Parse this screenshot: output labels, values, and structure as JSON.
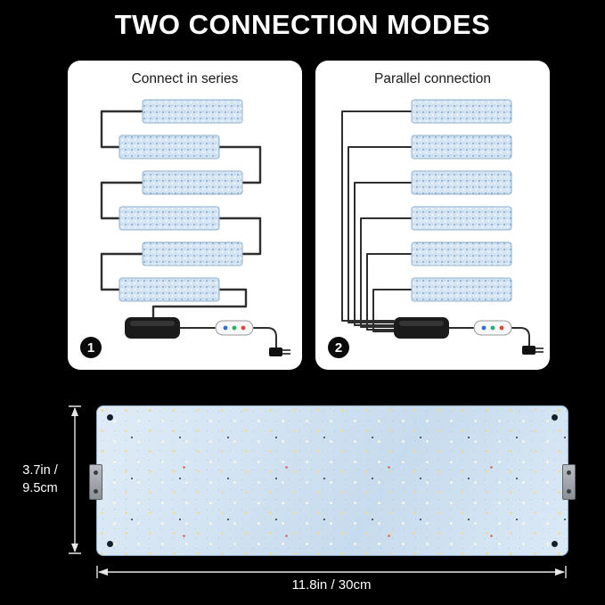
{
  "title": "TWO CONNECTION MODES",
  "modes": {
    "series": {
      "label": "Connect in series",
      "badge": "1"
    },
    "parallel": {
      "label": "Parallel connection",
      "badge": "2"
    }
  },
  "dimensions": {
    "height": "3.7in /\n9.5cm",
    "width": "11.8in / 30cm"
  },
  "icons": {
    "power_adapter": "power-adapter-icon",
    "dimmer_controller": "dimmer-controller-icon",
    "power_plug": "power-plug-icon",
    "mounting_bracket": "mounting-bracket-icon"
  },
  "colors": {
    "background": "#000000",
    "card_bg": "#ffffff",
    "led_base": "#cfe2f3",
    "led_warm_white": "#fdf8e4",
    "led_yellow": "#f6d87e",
    "led_red": "#e0604a",
    "wire": "#2e2e2e",
    "title_text": "#ffffff"
  }
}
